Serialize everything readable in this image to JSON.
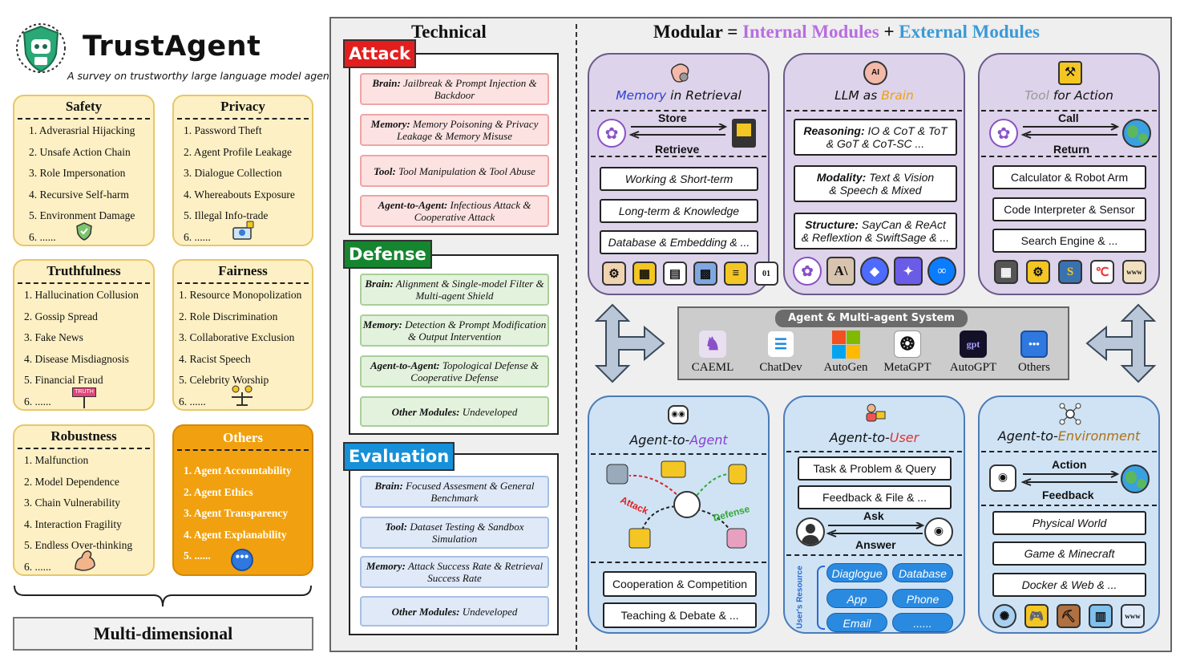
{
  "logo": {
    "title": "TrustAgent",
    "subtitle": "A survey on trustworthy large language model agent"
  },
  "dimensions": {
    "safety": {
      "title": "Safety",
      "items": [
        "1. Adverasrial Hijacking",
        "2. Unsafe Action Chain",
        "3. Role Impersonation",
        "4. Recursive Self-harm",
        "5. Environment Damage",
        "6. ......"
      ]
    },
    "privacy": {
      "title": "Privacy",
      "items": [
        "1. Password Theft",
        "2. Agent Profile Leakage",
        "3. Dialogue Collection",
        "4. Whereabouts Exposure",
        "5. Illegal Info-trade",
        "6. ......"
      ]
    },
    "truthfulness": {
      "title": "Truthfulness",
      "items": [
        "1. Hallucination Collusion",
        "2. Gossip Spread",
        "3. Fake News",
        "4. Disease Misdiagnosis",
        "5. Financial Fraud",
        "6. ......"
      ],
      "sign": "TRUTH"
    },
    "fairness": {
      "title": "Fairness",
      "items": [
        "1. Resource Monopolization",
        "2. Role  Discrimination",
        "3. Collaborative Exclusion",
        "4. Racist Speech",
        "5. Celebrity Worship",
        "6. ......"
      ]
    },
    "robustness": {
      "title": "Robustness",
      "items": [
        "1. Malfunction",
        "2. Model Dependence",
        "3. Chain Vulnerability",
        "4. Interaction Fragility",
        "5. Endless Over-thinking",
        "6. ......"
      ]
    },
    "others": {
      "title": "Others",
      "items": [
        "1. Agent Accountability",
        "2. Agent Ethics",
        "3. Agent Transparency",
        "4. Agent Explanability",
        "5. ......"
      ]
    }
  },
  "multi_dimensional": "Multi-dimensional",
  "technical": {
    "title": "Technical",
    "attack": {
      "label": "Attack",
      "items": [
        {
          "key": "Brain:",
          "text": "Jailbreak & Prompt Injection & Backdoor"
        },
        {
          "key": "Memory:",
          "text": "Memory Poisoning & Privacy Leakage & Memory Misuse"
        },
        {
          "key": "Tool:",
          "text": "Tool Manipulation & Tool Abuse"
        },
        {
          "key": "Agent-to-Agent:",
          "text": "Infectious Attack & Cooperative Attack"
        }
      ]
    },
    "defense": {
      "label": "Defense",
      "items": [
        {
          "key": "Brain:",
          "text": "Alignment & Single-model Filter & Multi-agent Shield"
        },
        {
          "key": "Memory:",
          "text": "Detection & Prompt Modification & Output Intervention"
        },
        {
          "key": "Agent-to-Agent:",
          "text": "Topological Defense & Cooperative Defense"
        },
        {
          "key": "Other Modules:",
          "text": "Undeveloped"
        }
      ]
    },
    "evaluation": {
      "label": "Evaluation",
      "items": [
        {
          "key": "Brain:",
          "text": "Focused Assesment & General Benchmark"
        },
        {
          "key": "Tool:",
          "text": "Dataset Testing & Sandbox Simulation"
        },
        {
          "key": "Memory:",
          "text": "Attack Success Rate & Retrieval Success Rate"
        },
        {
          "key": "Other Modules:",
          "text": "Undeveloped"
        }
      ]
    }
  },
  "modular": {
    "prefix": "Modular",
    "eq": "=",
    "internal": "Internal Modules",
    "plus": "+",
    "external": "External Modules"
  },
  "memory": {
    "word1": "Memory",
    "word2": "in Retrieval",
    "store": "Store",
    "retrieve": "Retrieve",
    "items": [
      "Working & Short-term",
      "Long-term & Knowledge",
      "Database & Embedding & ..."
    ]
  },
  "llm": {
    "word1": "LLM",
    "word2": "as",
    "word3": "Brain",
    "blocks": [
      {
        "key": "Reasoning:",
        "line1": "IO & CoT & ToT",
        "line2": "& GoT & CoT-SC ..."
      },
      {
        "key": "Modality:",
        "line1": "Text & Vision",
        "line2": "& Speech & Mixed"
      },
      {
        "key": "Structure:",
        "line1": "SayCan & ReAct",
        "line2": "& Reflextion & SwiftSage & ..."
      }
    ],
    "logo_letters": "A\\"
  },
  "tool": {
    "word1": "Tool",
    "word2": "for Action",
    "call": "Call",
    "return": "Return",
    "items": [
      "Calculator & Robot Arm",
      "Code Interpreter & Sensor",
      "Search Engine & ..."
    ]
  },
  "mas": {
    "title": "Agent & Multi-agent System",
    "items": [
      "CAEML",
      "ChatDev",
      "AutoGen",
      "MetaGPT",
      "AutoGPT",
      "Others"
    ],
    "autogpt_logo": "gpt"
  },
  "a2a": {
    "word1": "Agent-to-",
    "word2": "Agent",
    "attack": "Attack",
    "defense": "Defense",
    "items": [
      "Cooperation & Competition",
      "Teaching & Debate & ..."
    ]
  },
  "a2u": {
    "word1": "Agent-to-",
    "word2": "User",
    "items": [
      "Task & Problem & Query",
      "Feedback & File & ..."
    ],
    "ask": "Ask",
    "answer": "Answer",
    "resource_label": "User's Resource",
    "resources": [
      "Diaglogue",
      "Database",
      "App",
      "Phone",
      "Email",
      "......"
    ]
  },
  "a2e": {
    "word1": "Agent-to-",
    "word2": "Environment",
    "action": "Action",
    "feedback": "Feedback",
    "items": [
      "Physical World",
      "Game & Minecraft",
      "Docker & Web & ..."
    ],
    "www": "www"
  },
  "colors": {
    "internal": "#b86ee0",
    "external": "#3a9ad8",
    "brain": "#f0a010",
    "user": "#e33030",
    "agent": "#8a3fd0",
    "environment": "#b07010",
    "memory_word": "#3040d0"
  }
}
